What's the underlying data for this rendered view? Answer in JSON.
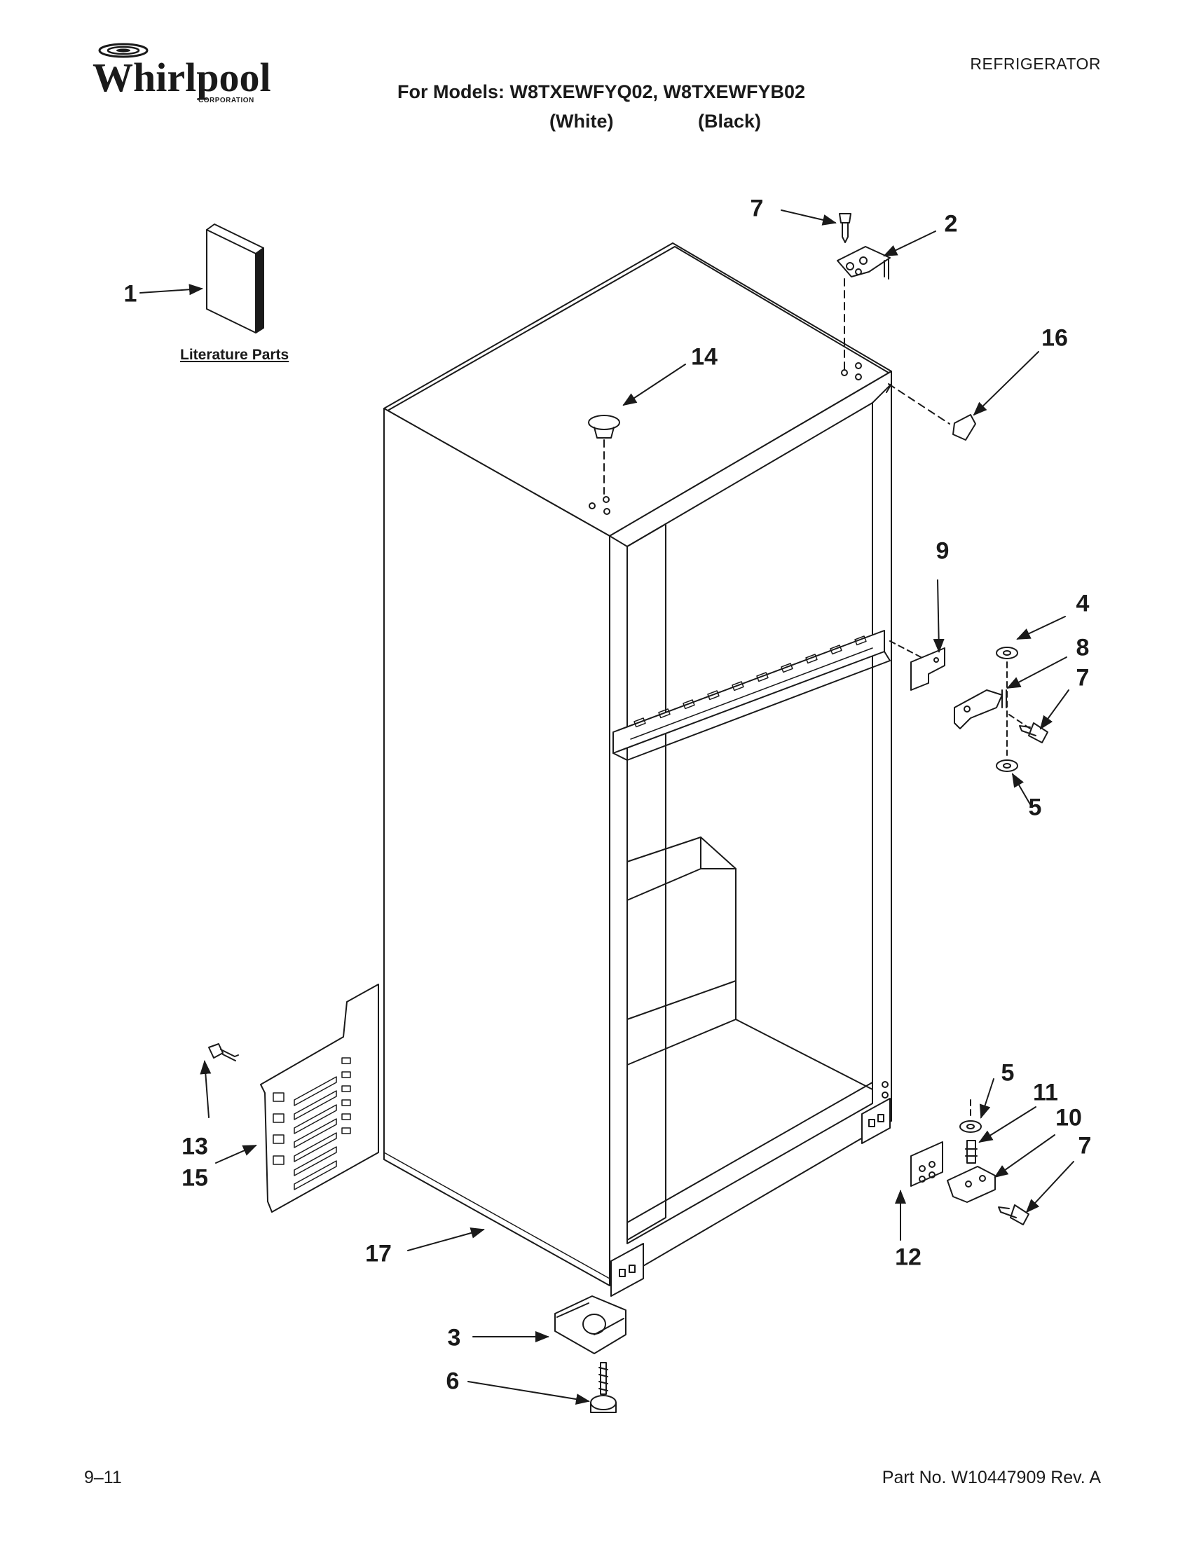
{
  "header": {
    "brand": "Whirlpool",
    "brand_sub": "CORPORATION",
    "category": "REFRIGERATOR",
    "models_line": "For Models: W8TXEWFYQ02, W8TXEWFYB02",
    "variant_white": "(White)",
    "variant_black": "(Black)"
  },
  "diagram": {
    "literature_label": "Literature Parts",
    "callouts": [
      {
        "id": "c1",
        "label": "1"
      },
      {
        "id": "c2",
        "label": "2"
      },
      {
        "id": "c3",
        "label": "3"
      },
      {
        "id": "c4",
        "label": "4"
      },
      {
        "id": "c5a",
        "label": "5"
      },
      {
        "id": "c5b",
        "label": "5"
      },
      {
        "id": "c6",
        "label": "6"
      },
      {
        "id": "c7a",
        "label": "7"
      },
      {
        "id": "c7b",
        "label": "7"
      },
      {
        "id": "c7c",
        "label": "7"
      },
      {
        "id": "c8",
        "label": "8"
      },
      {
        "id": "c9",
        "label": "9"
      },
      {
        "id": "c10",
        "label": "10"
      },
      {
        "id": "c11",
        "label": "11"
      },
      {
        "id": "c12",
        "label": "12"
      },
      {
        "id": "c13",
        "label": "13"
      },
      {
        "id": "c14",
        "label": "14"
      },
      {
        "id": "c15",
        "label": "15"
      },
      {
        "id": "c16",
        "label": "16"
      },
      {
        "id": "c17",
        "label": "17"
      }
    ]
  },
  "footer": {
    "page": "9–11",
    "part_no": "Part No. W10447909 Rev. A"
  }
}
